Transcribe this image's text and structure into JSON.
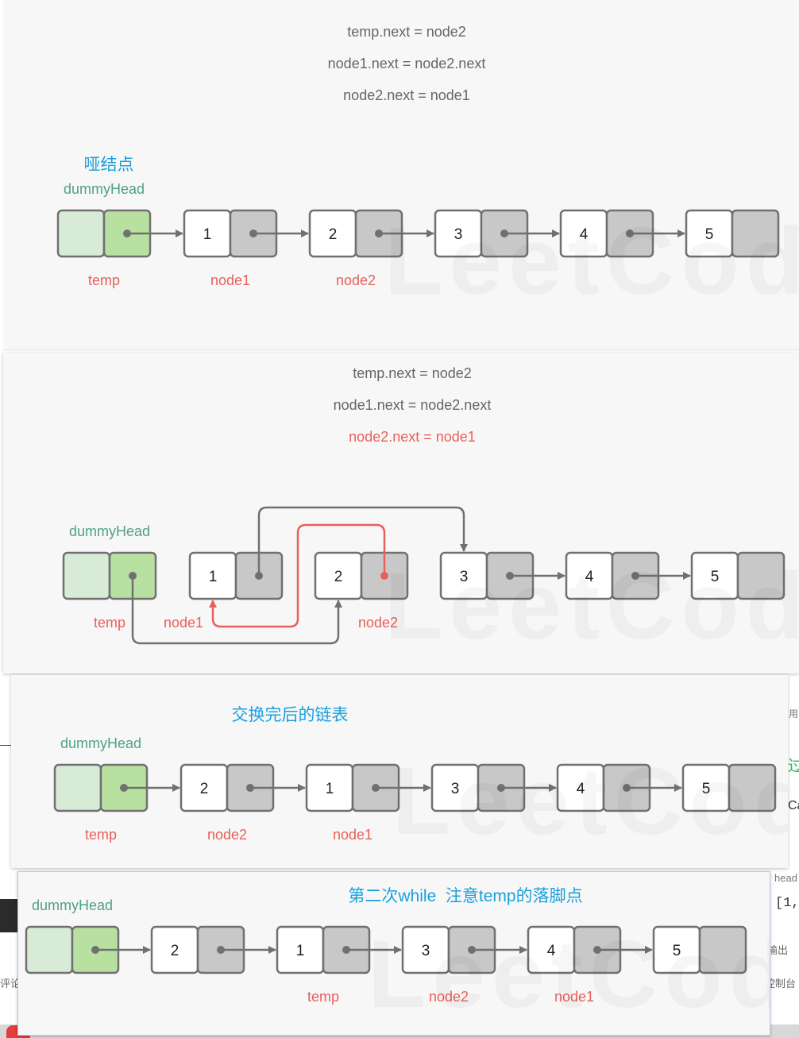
{
  "panels": [
    {
      "code": [
        "temp.next = node2",
        "node1.next = node2.next",
        "node2.next = node1"
      ],
      "highlight_line": -1,
      "caption": "哑结点",
      "dummy_label": "dummyHead",
      "nodes": [
        "1",
        "2",
        "3",
        "4",
        "5"
      ],
      "labels": {
        "dummy": "temp",
        "n0": "node1",
        "n1": "node2"
      }
    },
    {
      "code": [
        "temp.next = node2",
        "node1.next = node2.next",
        "node2.next = node1"
      ],
      "highlight_line": 2,
      "dummy_label": "dummyHead",
      "nodes": [
        "1",
        "2",
        "3",
        "4",
        "5"
      ],
      "labels": {
        "dummy": "temp",
        "n0": "node1",
        "n1": "node2"
      }
    },
    {
      "caption": "交换完后的链表",
      "dummy_label": "dummyHead",
      "nodes": [
        "2",
        "1",
        "3",
        "4",
        "5"
      ],
      "labels": {
        "dummy": "temp",
        "n0": "node2",
        "n1": "node1"
      }
    },
    {
      "caption": "第二次while  注意temp的落脚点",
      "dummy_label": "dummyHead",
      "nodes": [
        "2",
        "1",
        "3",
        "4",
        "5"
      ],
      "labels": {
        "n1": "temp",
        "n2": "node2",
        "n3": "node1"
      }
    }
  ],
  "background_fragments": {
    "right_head": "head",
    "right_array": "[1,",
    "right_output": "输出",
    "right_console": "控制台",
    "left_comment": "评论",
    "right_green": "过",
    "right_ca": "Ca",
    "right_use": "用"
  },
  "watermark": "LeetCode",
  "colors": {
    "code_gray": "#666666",
    "code_red": "#e8605c",
    "caption_blue": "#1aa0dc",
    "dummy_teal": "#4fa08b",
    "label_red": "#e8605c",
    "dummy_left": "#d7ebd7",
    "dummy_right": "#b8e0a0",
    "node_gray": "#c8c8c8",
    "stroke": "#707070",
    "red_arrow": "#e8605c"
  }
}
